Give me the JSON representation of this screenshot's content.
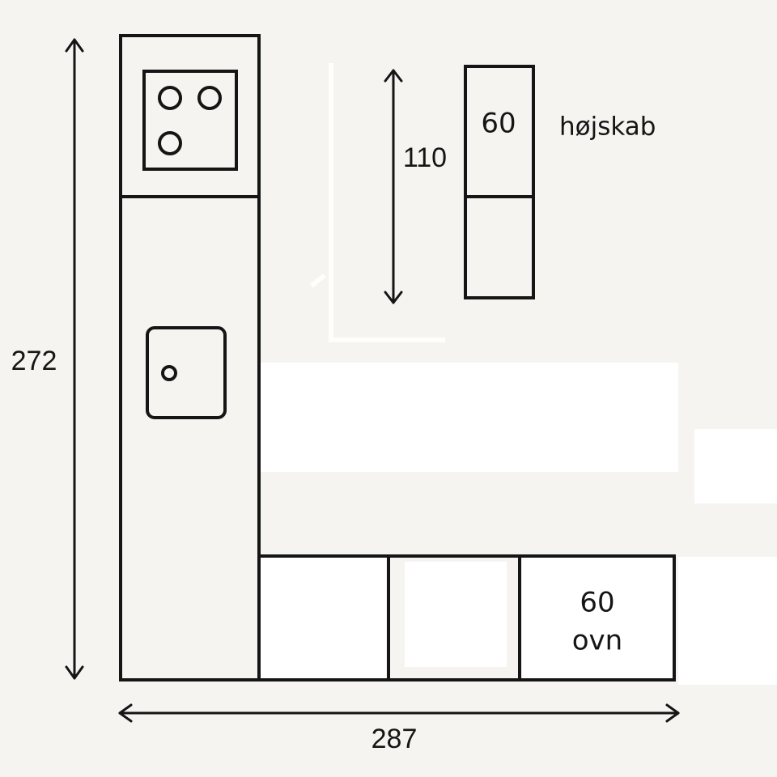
{
  "plan": {
    "overall_height": "272",
    "overall_width": "287",
    "tall_cabinet": {
      "height": "110",
      "width": "60",
      "label": "højskab"
    },
    "oven_cabinet": {
      "width": "60",
      "label": "ovn"
    },
    "cooktop": {
      "burner_count": 3
    }
  },
  "colors": {
    "line": "#151515",
    "background": "#f5f4f1",
    "light_patch": "#ffffff"
  }
}
